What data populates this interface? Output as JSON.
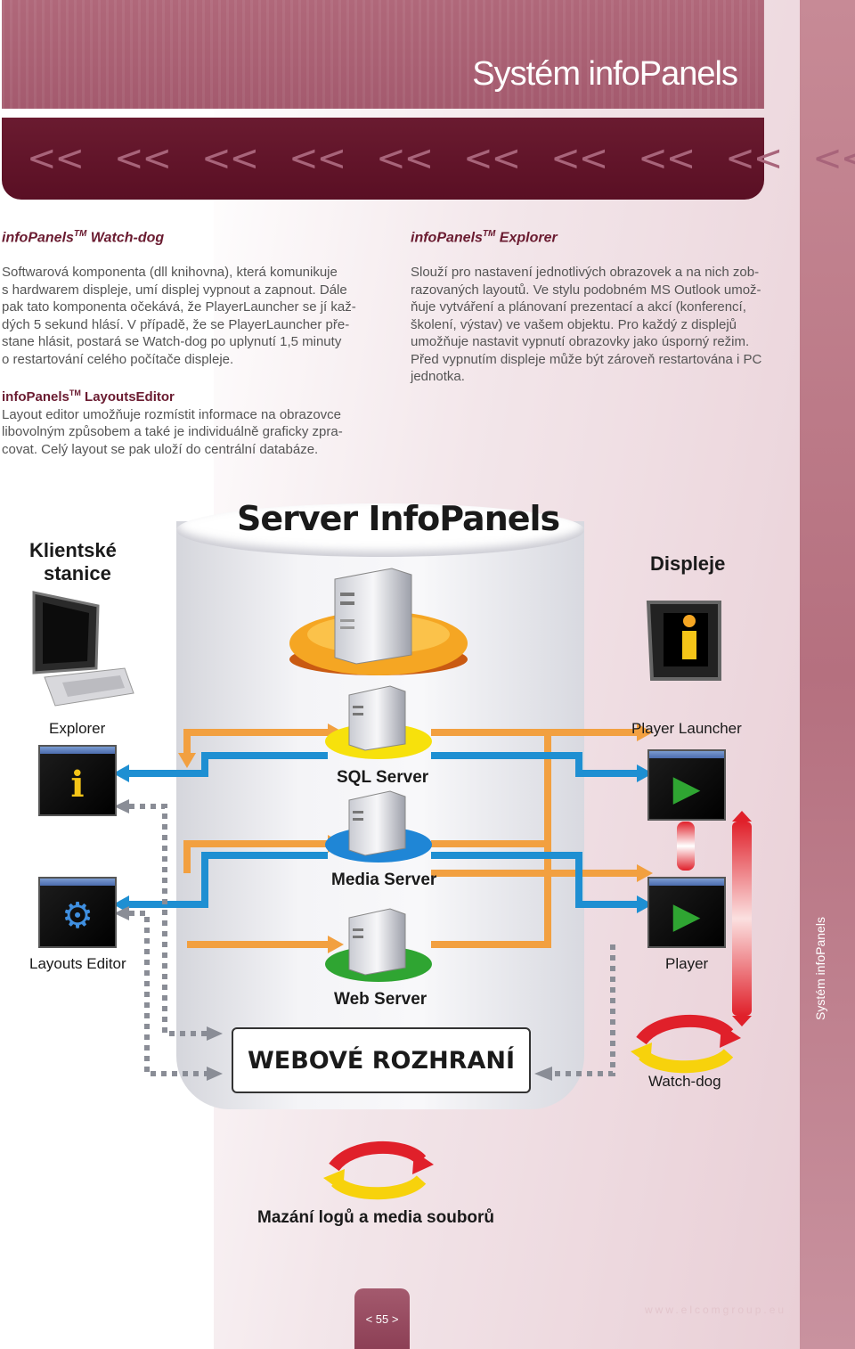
{
  "header": {
    "title": "Systém infoPanels",
    "chevrons": [
      "<<",
      "<<",
      "<<",
      "<<",
      "<<",
      "<<",
      "<<",
      "<<",
      "<<",
      "<<"
    ]
  },
  "side_label": "Systém infoPanels",
  "sections": {
    "watchdog": {
      "heading_prefix": "infoPanels",
      "heading_tm": "TM",
      "heading_suffix": " Watch-dog",
      "lines": [
        "Softwarová komponenta (dll knihovna), která komunikuje",
        "s hardwarem displeje, umí displej vypnout a zapnout. Dále",
        "pak tato komponenta očekává, že PlayerLauncher se jí kaž-",
        "dých 5 sekund hlásí. V případě, že se PlayerLauncher pře-",
        "stane hlásit, postará se Watch-dog po uplynutí 1,5 minuty",
        "o restartování celého počítače displeje."
      ]
    },
    "layouts": {
      "heading_prefix": "infoPanels",
      "heading_tm": "TM",
      "heading_suffix": " LayoutsEditor",
      "lines": [
        "Layout editor umožňuje rozmístit informace na obrazovce",
        "libovolným způsobem a také je individuálně graficky zpra-",
        "covat. Celý layout se pak uloží do centrální databáze."
      ]
    },
    "explorer": {
      "heading_prefix": "infoPanels",
      "heading_tm": "TM",
      "heading_suffix": " Explorer",
      "lines": [
        "Slouží pro nastavení jednotlivých obrazovek a na nich zob-",
        "razovaných layoutů. Ve stylu podobném MS Outlook umož-",
        "ňuje vytváření a plánovaní prezentací a akcí (konferencí,",
        "školení, výstav) ve vašem objektu. Pro každý z displejů",
        "umožňuje nastavit vypnutí obrazovky jako úsporný režim.",
        "Před vypnutím displeje může být zároveň restartována i PC",
        "jednotka."
      ]
    }
  },
  "diagram": {
    "server_title": "Server InfoPanels",
    "client_label_line1": "Klientské",
    "client_label_line2": "stanice",
    "displays_label": "Displeje",
    "explorer_label": "Explorer",
    "player_launcher_label": "Player Launcher",
    "sql_server_label": "SQL Server",
    "media_server_label": "Media Server",
    "layouts_editor_label": "Layouts Editor",
    "player_label": "Player",
    "web_server_label": "Web Server",
    "web_interface_label": "WEBOVÉ ROZHRANÍ",
    "watchdog_label": "Watch-dog",
    "cleanup_label": "Mazání logů a media souborů",
    "colors": {
      "orange_arrow": "#f2a040",
      "blue_arrow": "#1e8fd2",
      "gray_dots": "#8a8d96",
      "server_disc_orange": "#f5a623",
      "server_disc_yellow": "#f7e10c",
      "server_disc_blue": "#1f86d6",
      "server_disc_green": "#2fa532"
    }
  },
  "footer": {
    "page_number": "< 55 >",
    "website": "www.elcomgroup.eu"
  }
}
